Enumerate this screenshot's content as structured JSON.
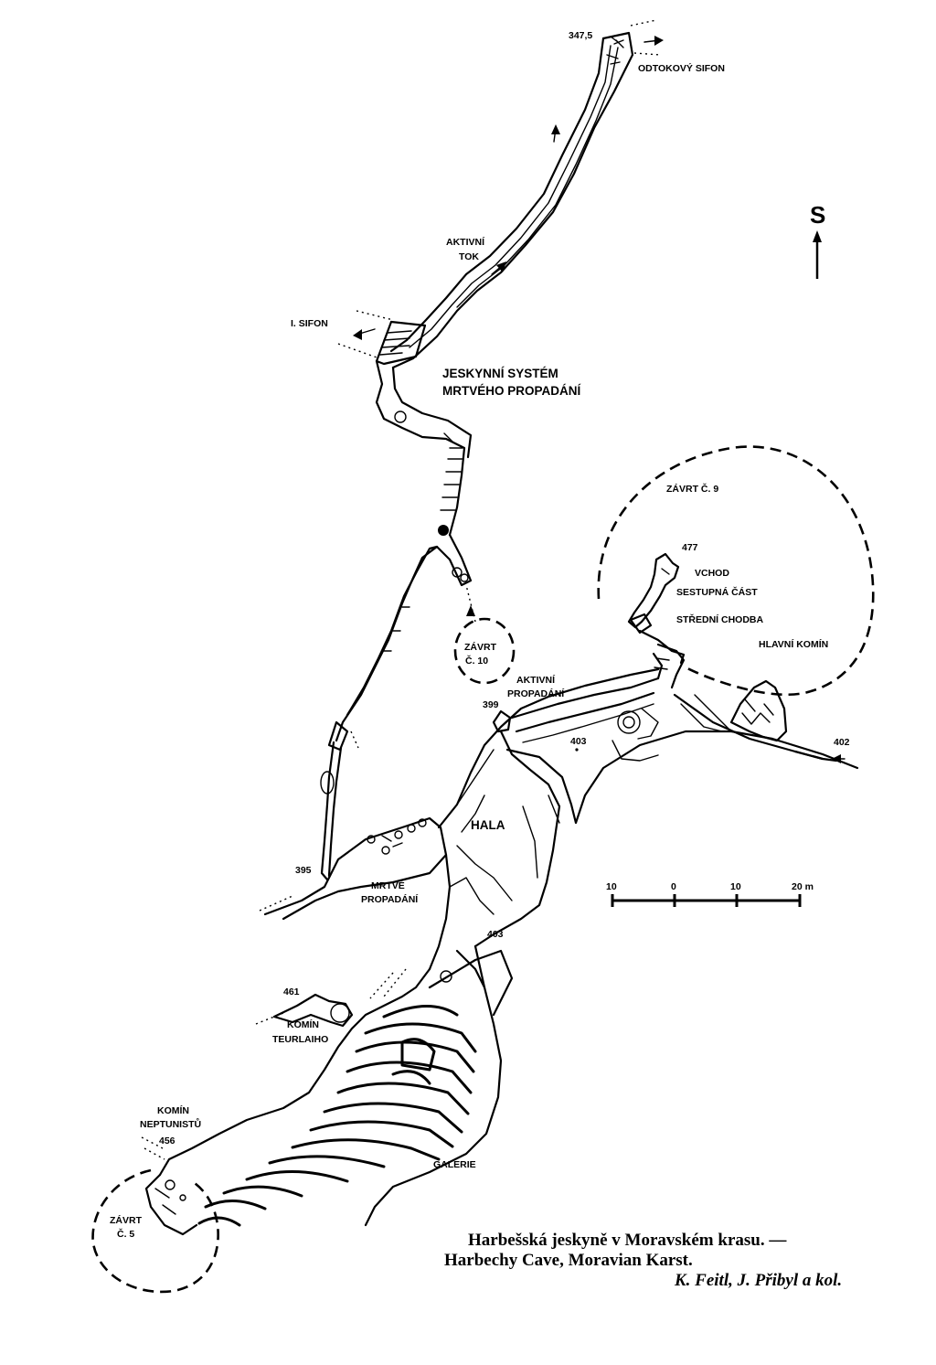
{
  "map": {
    "north_letter": "S",
    "labels": {
      "elev_347": "347,5",
      "odtokovy_sifon": "ODTOKOVÝ SIFON",
      "aktivni_tok_1": "AKTIVNÍ",
      "aktivni_tok_2": "TOK",
      "i_sifon": "I. SIFON",
      "system_1": "JESKYNNÍ SYSTÉM",
      "system_2": "MRTVÉHO PROPADÁNÍ",
      "zavrt9": "ZÁVRT Č. 9",
      "elev_477": "477",
      "vchod": "VCHOD",
      "sestupna": "SESTUPNÁ ČÁST",
      "stredni": "STŘEDNÍ CHODBA",
      "hlavni_komin": "HLAVNÍ KOMÍN",
      "zavrt10_1": "ZÁVRT",
      "zavrt10_2": "Č. 10",
      "aktivni_prop_1": "AKTIVNÍ",
      "aktivni_prop_2": "PROPADÁNÍ",
      "elev_399": "399",
      "elev_403a": "403",
      "elev_402": "402",
      "hala": "HALA",
      "elev_395": "395",
      "mrtve_1": "MRTVÉ",
      "mrtve_2": "PROPADÁNÍ",
      "elev_403b": "403",
      "elev_461": "461",
      "komin_t_1": "KOMÍN",
      "komin_t_2": "TEURLAIHO",
      "komin_n_1": "KOMÍN",
      "komin_n_2": "NEPTUNISTŮ",
      "elev_456": "456",
      "galerie": "GALERIE",
      "zavrt5_1": "ZÁVRT",
      "zavrt5_2": "Č. 5"
    },
    "scale_bar": {
      "ticks": [
        "10",
        "0",
        "10",
        "20 m"
      ]
    },
    "caption": {
      "line1": "Harbešská jeskyně v Moravském krasu. —",
      "line2": "Harbechy Cave, Moravian Karst.",
      "line3": "K. Feitl, J. Přibyl a kol."
    }
  }
}
